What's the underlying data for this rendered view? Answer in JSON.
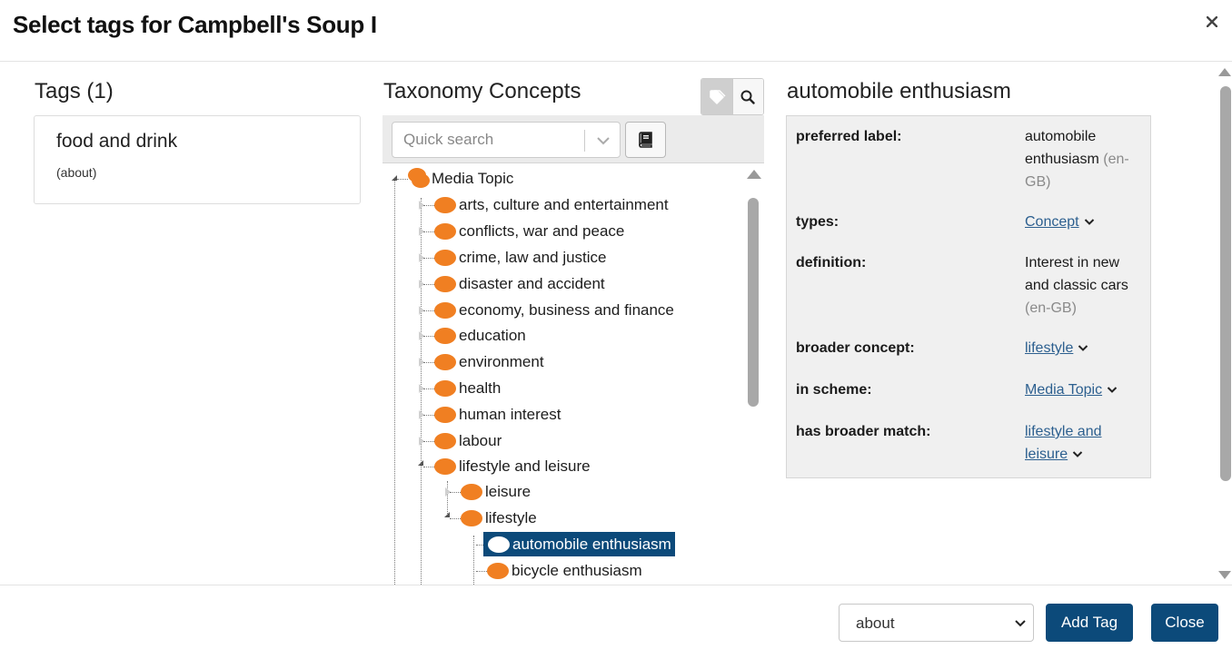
{
  "dialog": {
    "title": "Select tags for Campbell's Soup I",
    "close_icon": "close-icon"
  },
  "tags_panel": {
    "title": "Tags (1)",
    "tags": [
      {
        "label": "food and drink",
        "relation": "(about)"
      }
    ]
  },
  "taxonomy": {
    "title": "Taxonomy Concepts",
    "mode_buttons": [
      {
        "icon": "tag-icon",
        "active": true
      },
      {
        "icon": "search-icon",
        "active": false
      }
    ],
    "search": {
      "placeholder": "Quick search",
      "value": ""
    },
    "book_icon": "book-icon",
    "tree": {
      "root": "Media Topic",
      "level1": [
        "arts, culture and entertainment",
        "conflicts, war and peace",
        "crime, law and justice",
        "disaster and accident",
        "economy, business and finance",
        "education",
        "environment",
        "health",
        "human interest",
        "labour",
        "lifestyle and leisure"
      ],
      "level2": [
        "leisure",
        "lifestyle"
      ],
      "level3": [
        "automobile enthusiasm",
        "bicycle enthusiasm"
      ],
      "selected": "automobile enthusiasm"
    }
  },
  "detail": {
    "title": "automobile enthusiasm",
    "properties": {
      "preferred_label": {
        "label": "preferred label:",
        "value": "automobile enthusiasm",
        "lang": "(en-GB)"
      },
      "types": {
        "label": "types:",
        "link": "Concept"
      },
      "definition": {
        "label": "definition:",
        "value": "Interest in new and classic cars",
        "lang": "(en-GB)"
      },
      "broader": {
        "label": "broader concept:",
        "link": "lifestyle"
      },
      "scheme": {
        "label": "in scheme:",
        "link": "Media Topic"
      },
      "broader_match": {
        "label": "has broader match:",
        "link": "lifestyle and leisure"
      }
    }
  },
  "footer": {
    "relation_select": "about",
    "add_button": "Add Tag",
    "close_button": "Close"
  },
  "colors": {
    "primary": "#0c4a7a",
    "concept_orange": "#f07f22",
    "link": "#2c5f8f"
  }
}
